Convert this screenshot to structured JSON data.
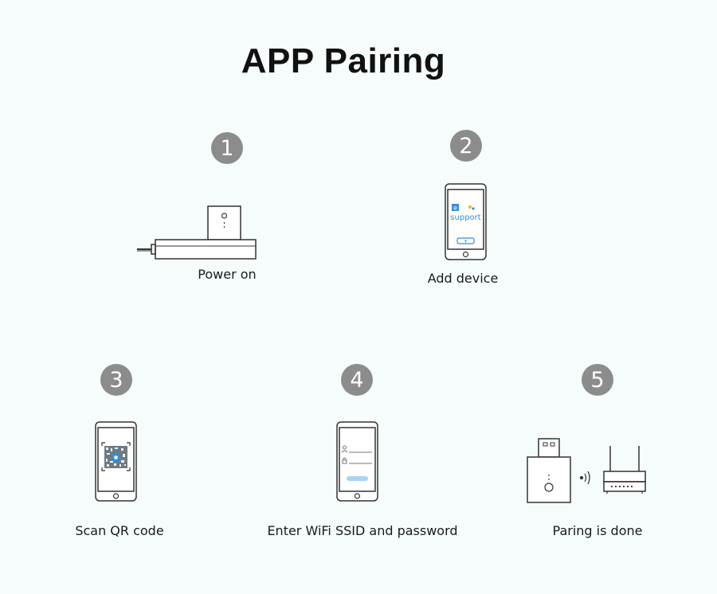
{
  "title": "APP Pairing",
  "steps": [
    {
      "number": "1",
      "caption": "Power on"
    },
    {
      "number": "2",
      "caption": "Add device",
      "app_text": "support",
      "app_letter": "e",
      "app_button": "+"
    },
    {
      "number": "3",
      "caption": "Scan QR code"
    },
    {
      "number": "4",
      "caption": "Enter WiFi SSID and password"
    },
    {
      "number": "5",
      "caption": "Paring is done"
    }
  ],
  "colors": {
    "background": "#f6fbfc",
    "badge": "#8c8c8c",
    "outline": "#333333",
    "app_blue": "#2f8fe0",
    "app_yellow": "#f2b52a",
    "input_button": "#a8d4f0"
  }
}
